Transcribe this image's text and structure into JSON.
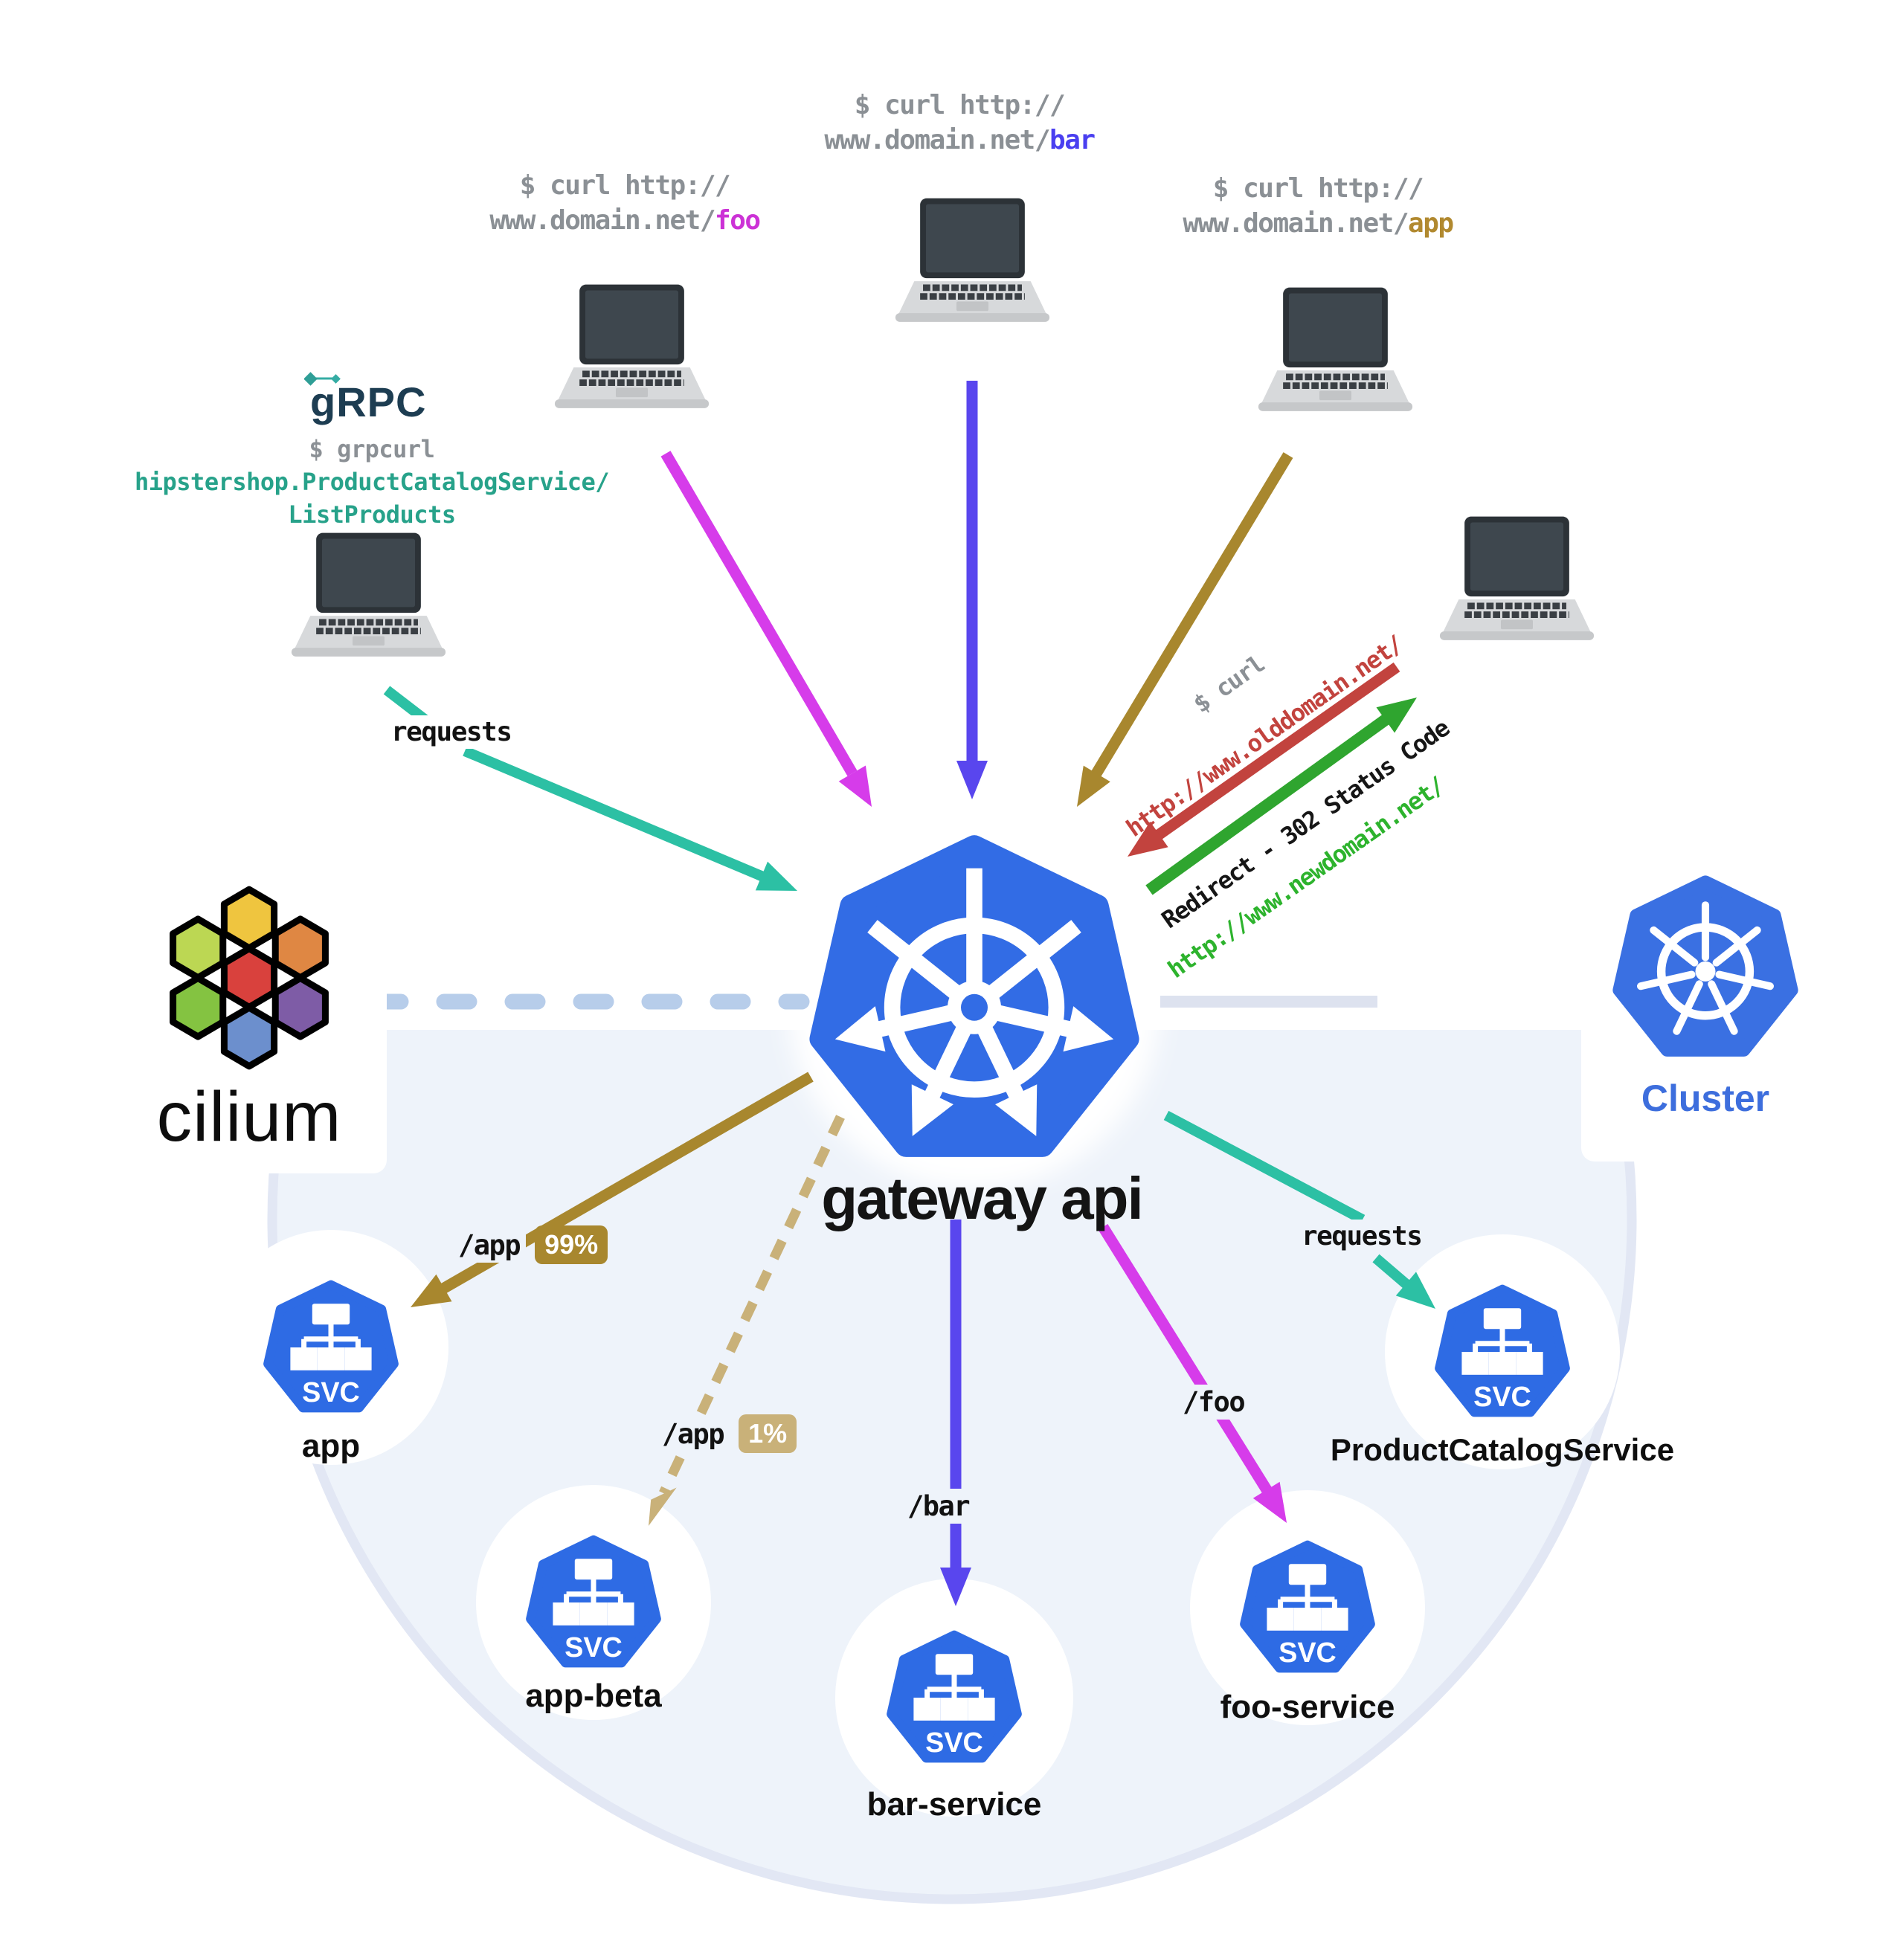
{
  "clients": {
    "foo": {
      "line1": "$ curl http://",
      "host": "www.domain.net/",
      "path": "foo"
    },
    "bar": {
      "line1": "$ curl http://",
      "host": "www.domain.net/",
      "path": "bar"
    },
    "app": {
      "line1": "$ curl http://",
      "host": "www.domain.net/",
      "path": "app"
    },
    "grpc": {
      "logo": "gRPC",
      "command": "$ grpcurl",
      "service": "hipstershop.ProductCatalogService/",
      "method": "ListProducts"
    }
  },
  "redirect": {
    "curl": "$ curl",
    "old_url": "http://www.olddomain.net/",
    "status": "Redirect - 302 Status Code",
    "new_url": "http://www.newdomain.net/"
  },
  "gateway": {
    "title": "gateway api"
  },
  "cluster_label": "Cluster",
  "cilium_label": "cilium",
  "routes": {
    "requests_left": "requests",
    "requests_right": "requests",
    "app": {
      "path": "/app",
      "weight": "99%"
    },
    "app_beta": {
      "path": "/app",
      "weight": "1%"
    },
    "bar": {
      "path": "/bar"
    },
    "foo": {
      "path": "/foo"
    }
  },
  "services": {
    "app": {
      "name": "app",
      "badge": "SVC"
    },
    "app_beta": {
      "name": "app-beta",
      "badge": "SVC"
    },
    "bar": {
      "name": "bar-service",
      "badge": "SVC"
    },
    "foo": {
      "name": "foo-service",
      "badge": "SVC"
    },
    "pcs": {
      "name": "ProductCatalogService",
      "badge": "SVC"
    }
  },
  "colors": {
    "kubernetes_blue": "#326ce5",
    "svc_blue": "#2e6be4",
    "cluster_text_blue": "#3d6edd",
    "teal_arrow": "#2cc0a4",
    "teal_text": "#27a28a",
    "magenta": "#d63cea",
    "indigo": "#5946ee",
    "gold": "#a8872e",
    "gold_light": "#c9b179",
    "red": "#c2433e",
    "green": "#2fa52f",
    "gray_text": "#8b9095",
    "dashed_boundary": "#b7cdea",
    "cluster_fill": "#eef3fa"
  }
}
